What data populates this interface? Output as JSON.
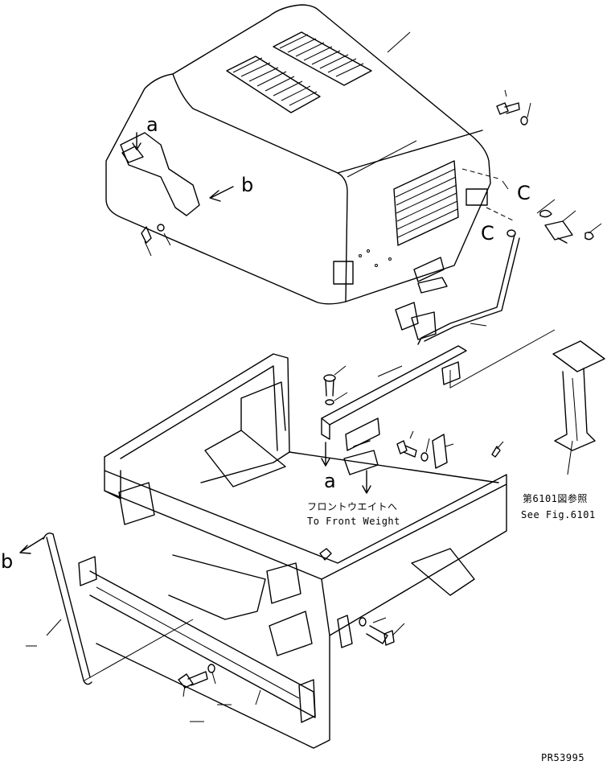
{
  "callouts": {
    "a_top": "a",
    "b_top": "b",
    "c_upper": "C",
    "c_lower": "C",
    "a_bottom": "a",
    "b_bottom": "b"
  },
  "notes": {
    "front_weight_ja": "フロントウエイトへ",
    "front_weight_en": "To Front Weight",
    "see_fig_ja": "第6101図参照",
    "see_fig_en": "See Fig.6101"
  },
  "drawing_number": "PR53995"
}
